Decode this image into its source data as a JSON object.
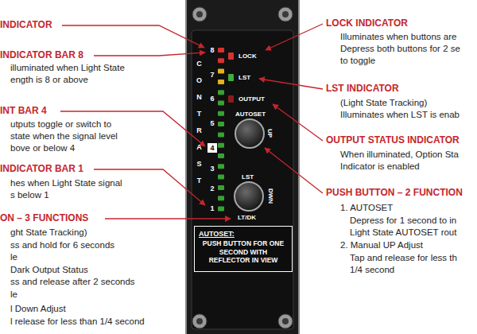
{
  "diagram": {
    "nodes": [
      {
        "text": [
          "AUTOSET:",
          "PUSH BUTTON FOR ONE SECOND WITH REFLECTOR IN VIEW"
        ]
      }
    ],
    "labels": [
      "INDICATOR",
      "INDICATOR BAR 8",
      "illuminated when Light State",
      "ength is 8 or above",
      "INT BAR 4",
      "utputs toggle or switch to",
      "state when the signal level",
      "bove or below 4",
      "INDICATOR BAR 1",
      "hes when Light State signal",
      "s below 1",
      "ON – 3 FUNCTIONS",
      "ght State Tracking)",
      "ss and hold for 6 seconds",
      "le",
      "Dark Output Status",
      "ss and release after 2 seconds",
      "le",
      "l Down Adjust",
      "l release for less than 1/4 second",
      "LOCK INDICATOR",
      "Illuminates when buttons are",
      "Depress both buttons for 2 se",
      "to toggle",
      "LST INDICATOR",
      "(Light State Tracking)",
      "Illuminates when LST is enab",
      "OUTPUT STATUS INDICATOR",
      "When illuminated, Option Sta",
      "Indicator is enabled",
      "PUSH BUTTON – 2 FUNCTION",
      "1. AUTOSET",
      "Depress for 1 second to in",
      "Light State AUTOSET rout",
      "2. Manual UP Adjust",
      "Tap and release for less th",
      "1/4 second",
      "CONTRAST",
      "8",
      "7",
      "6",
      "5",
      "4",
      "3",
      "2",
      "1",
      "LOCK",
      "LST",
      "OUTPUT",
      "AUTOSET",
      "UP",
      "LST",
      "DWN",
      "LT/DK"
    ]
  }
}
